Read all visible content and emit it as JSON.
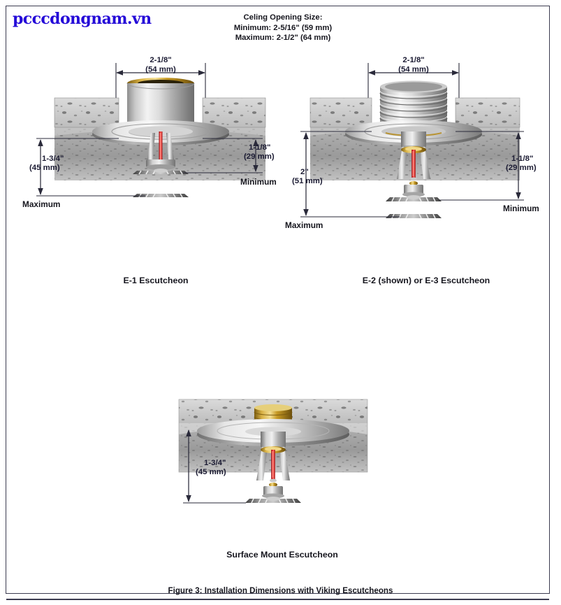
{
  "watermark": "pcccdongnam.vn",
  "header": {
    "line1": "Celing Opening Size:",
    "line2": "Minimum: 2-5/16\" (59 mm)",
    "line3": "Maximum: 2-1/2\" (64 mm)"
  },
  "figure_caption": "Figure 3: Installation Dimensions with Viking Escutcheons",
  "panels": [
    {
      "id": "e1",
      "title": "E-1 Escutcheon",
      "width_dim": {
        "imperial": "2-1/8\"",
        "metric": "(54 mm)"
      },
      "left_dim": {
        "imperial": "1-3/4\"",
        "metric": "(45 mm)",
        "note": "Maximum"
      },
      "right_dim": {
        "imperial": "1-1/8\"",
        "metric": "(29 mm)",
        "note": "Minimum"
      }
    },
    {
      "id": "e2e3",
      "title": "E-2 (shown) or E-3 Escutcheon",
      "width_dim": {
        "imperial": "2-1/8\"",
        "metric": "(54 mm)"
      },
      "left_dim": {
        "imperial": "2\"",
        "metric": "(51 mm)",
        "note": "Maximum"
      },
      "right_dim": {
        "imperial": "1-1/8\"",
        "metric": "(29 mm)",
        "note": "Minimum"
      }
    },
    {
      "id": "surface",
      "title": "Surface Mount Escutcheon",
      "left_dim": {
        "imperial": "1-3/4\"",
        "metric": "(45 mm)",
        "note": ""
      }
    }
  ],
  "colors": {
    "watermark": "#2409d8",
    "text": "#16161e",
    "dimension_line": "#2a2a3a",
    "border": "#3c3c50",
    "concrete_light": "#c9c9c9",
    "concrete_dark": "#8f8f8f",
    "metal_light": "#efefef",
    "metal_mid": "#b4b4b4",
    "metal_dark": "#6e6e6e",
    "brass": "#b8901f",
    "bulb_red": "#d81820"
  }
}
